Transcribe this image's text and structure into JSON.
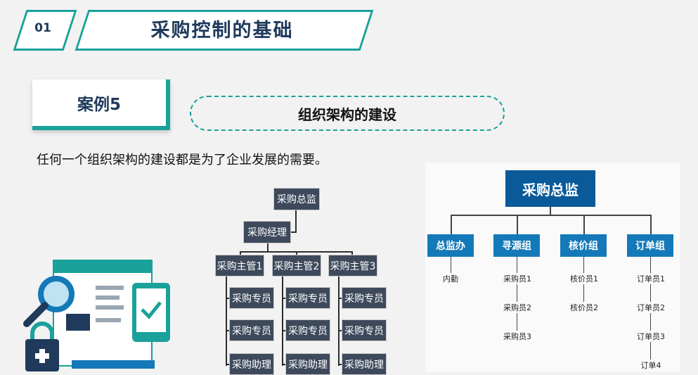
{
  "header": {
    "number": "01",
    "title": "采购控制的基础"
  },
  "case": {
    "label": "案例5",
    "topic": "组织架构的建设"
  },
  "intro_text": "任何一个组织架构的建设都是为了企业发展的需要。",
  "left_tree": {
    "director": "采购总监",
    "manager": "采购经理",
    "supervisors": [
      "采购主管1",
      "采购主管2",
      "采购主管3"
    ],
    "staff": [
      "采购专员",
      "采购专员",
      "采购助理"
    ]
  },
  "right_tree": {
    "top": "采购总监",
    "groups": [
      {
        "name": "总监办",
        "members": [
          "内勤"
        ]
      },
      {
        "name": "寻源组",
        "members": [
          "采购员1",
          "采购员2",
          "采购员3"
        ]
      },
      {
        "name": "核价组",
        "members": [
          "核价员1",
          "核价员2"
        ]
      },
      {
        "name": "订单组",
        "members": [
          "订单员1",
          "订单员2",
          "订单员3",
          "订单4"
        ]
      }
    ]
  },
  "colors": {
    "accent": "#1aa19a",
    "navy": "#1f3a5b",
    "dark_box": "#3e4a5c",
    "org_top": "#0a5a99",
    "org_group": "#1479b8"
  }
}
